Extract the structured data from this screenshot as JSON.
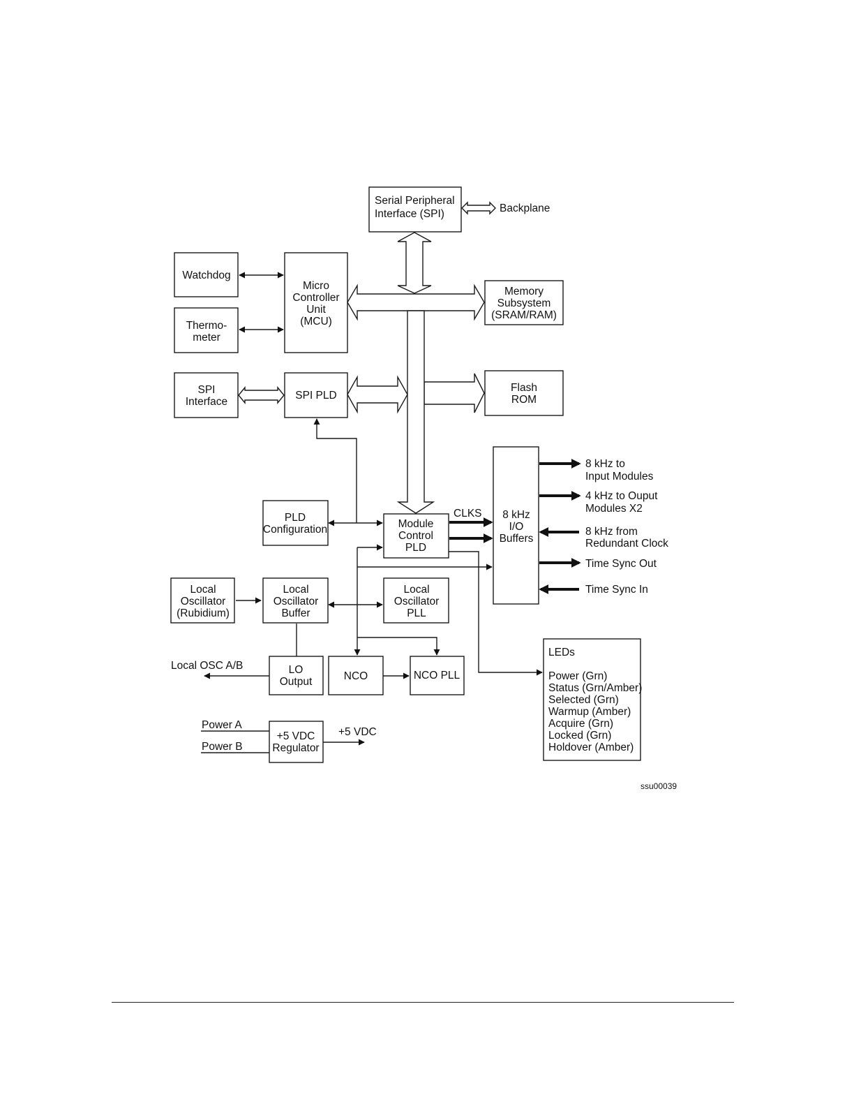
{
  "blocks": {
    "spi": [
      "Serial Peripheral",
      "Interface (SPI)"
    ],
    "watchdog": [
      "Watchdog"
    ],
    "thermometer": [
      "Thermo-",
      "meter"
    ],
    "mcu": [
      "Micro",
      "Controller",
      "Unit",
      "(MCU)"
    ],
    "memory": [
      "Memory",
      "Subsystem",
      "(SRAM/RAM)"
    ],
    "flash": [
      "Flash",
      "ROM"
    ],
    "spi_interface": [
      "SPI",
      "Interface"
    ],
    "spi_pld": [
      "SPI PLD"
    ],
    "pld_config": [
      "PLD",
      "Configuration"
    ],
    "module_control": [
      "Module",
      "Control",
      "PLD"
    ],
    "io_buffers": [
      "8 kHz",
      "I/O",
      "Buffers"
    ],
    "local_osc": [
      "Local",
      "Oscillator",
      "(Rubidium)"
    ],
    "osc_buffer": [
      "Local",
      "Oscillator",
      "Buffer"
    ],
    "osc_pll": [
      "Local",
      "Oscillator",
      "PLL"
    ],
    "lo_output": [
      "LO",
      "Output"
    ],
    "nco": [
      "NCO"
    ],
    "nco_pll": [
      "NCO PLL"
    ],
    "regulator": [
      "+5 VDC",
      "Regulator"
    ],
    "leds": [
      "LEDs",
      "",
      "Power (Grn)",
      "Status (Grn/Amber)",
      "Selected (Grn)",
      "Warmup (Amber)",
      "Acquire (Grn)",
      "Locked (Grn)",
      "Holdover (Amber)"
    ]
  },
  "labels": {
    "backplane": "Backplane",
    "clks": "CLKS",
    "io_8khz_input": [
      "8 kHz to",
      "Input Modules"
    ],
    "io_4khz_output": [
      "4 kHz to Ouput",
      "Modules X2"
    ],
    "io_8khz_redundant": [
      "8 kHz from",
      "Redundant Clock"
    ],
    "time_sync_out": "Time Sync Out",
    "time_sync_in": "Time Sync In",
    "local_osc_ab": "Local OSC A/B",
    "power_a": "Power A",
    "power_b": "Power B",
    "vdc_out": "+5 VDC",
    "figure_id": "ssu00039"
  }
}
